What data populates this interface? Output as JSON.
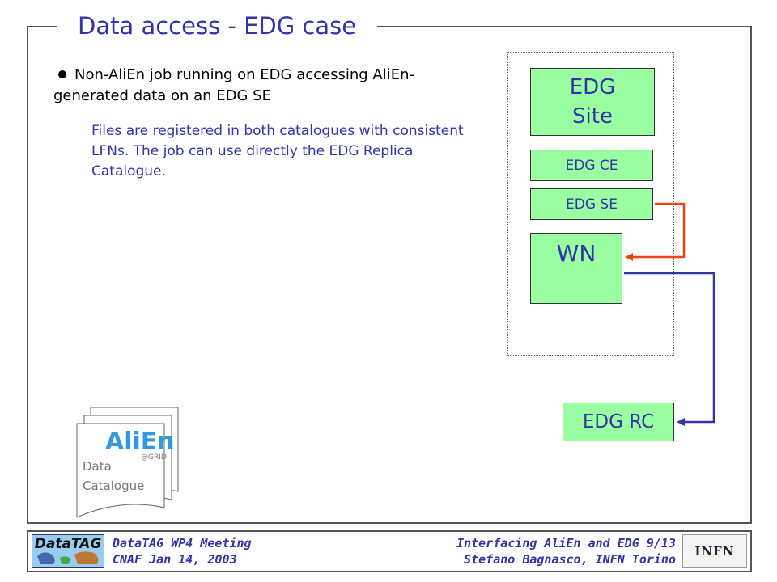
{
  "slide": {
    "title": "Data access - EDG case",
    "bullet": "Non-AliEn job running on EDG accessing AliEn-generated data on an EDG SE",
    "sub_text": "Files are registered in both catalogues with consistent LFNs. The job can use directly the EDG Replica Catalogue."
  },
  "diagram": {
    "edg_site_line1": "EDG",
    "edg_site_line2": "Site",
    "edg_ce": "EDG CE",
    "edg_se": "EDG SE",
    "wn": "WN",
    "edg_rc": "EDG RC",
    "arrow_se_wn_color": "#ee4411",
    "arrow_wn_rc_color": "#3333aa"
  },
  "catalogue": {
    "logo_text": "AliEn",
    "logo_sub": "@GRID",
    "line1": "Data",
    "line2": "Catalogue"
  },
  "footer": {
    "logo_left": "DataTAG",
    "left_line1": "DataTAG WP4 Meeting",
    "left_line2": "CNAF Jan 14, 2003",
    "right_line1": "Interfacing AliEn and EDG 9/13",
    "right_line2": "Stefano Bagnasco, INFN Torino",
    "logo_right": "INFN"
  }
}
